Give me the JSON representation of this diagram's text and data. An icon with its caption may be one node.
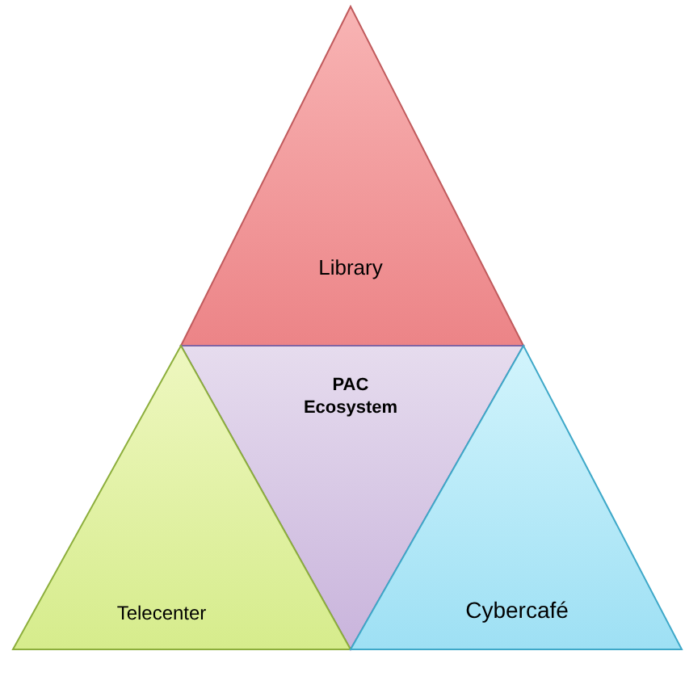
{
  "diagram": {
    "nodes": [
      {
        "text": [
          "Library"
        ]
      },
      {
        "text": [
          "PAC Ecosystem"
        ]
      },
      {
        "text": [
          "Telecenter"
        ]
      },
      {
        "text": [
          "Cybercafé"
        ]
      }
    ]
  }
}
